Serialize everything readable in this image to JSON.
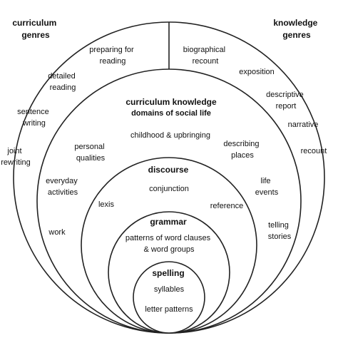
{
  "outer_left_title": [
    "curriculum",
    "genres"
  ],
  "outer_right_title": [
    "knowledge",
    "genres"
  ],
  "outer_left_items": [
    [
      "preparing for",
      "reading"
    ],
    [
      "detailed",
      "reading"
    ],
    [
      "sentence",
      "writing"
    ],
    [
      "joint",
      "rewriting"
    ]
  ],
  "outer_right_items": [
    [
      "biographical",
      "recount"
    ],
    [
      "exposition"
    ],
    [
      "descriptive",
      "report"
    ],
    [
      "narrative"
    ],
    [
      "recount"
    ]
  ],
  "curriculum_knowledge": {
    "title": "curriculum knowledge",
    "subtitle": "domains of social life",
    "items": [
      [
        "childhood & upbringing"
      ],
      [
        "personal",
        "qualities"
      ],
      [
        "describing",
        "places"
      ],
      [
        "everyday",
        "activities"
      ],
      [
        "life",
        "events"
      ],
      [
        "work"
      ],
      [
        "telling",
        "stories"
      ]
    ]
  },
  "discourse": {
    "title": "discourse",
    "items": [
      [
        "conjunction"
      ],
      [
        "lexis"
      ],
      [
        "reference"
      ]
    ]
  },
  "grammar": {
    "title": "grammar",
    "items": [
      [
        "patterns of word clauses",
        "& word groups"
      ]
    ]
  },
  "spelling": {
    "title": "spelling",
    "items": [
      [
        "syllables"
      ],
      [
        "letter patterns"
      ]
    ]
  }
}
